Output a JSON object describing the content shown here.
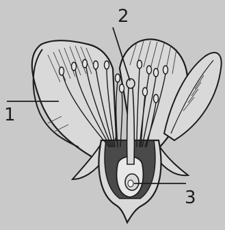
{
  "diagram": {
    "labels": [
      {
        "id": "1",
        "text": "1"
      },
      {
        "id": "2",
        "text": "2"
      },
      {
        "id": "3",
        "text": "3"
      }
    ]
  },
  "colors": {
    "background": "#c9c9c9",
    "ink": "#1c1c1c",
    "petal_fill": "#d9d9d9",
    "dark_tissue": "#4a4a4a",
    "cavity_fill": "#e8e8e8"
  }
}
